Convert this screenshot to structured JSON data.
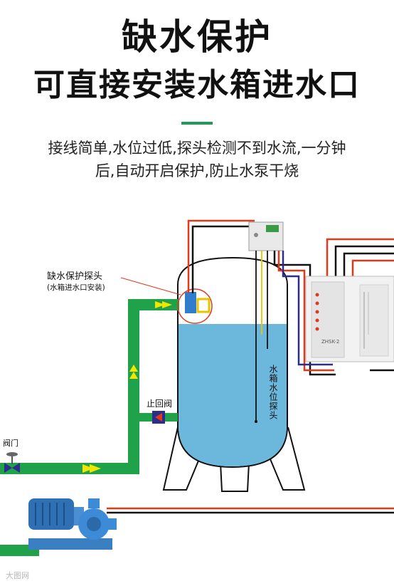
{
  "header": {
    "title_line1": "缺水保护",
    "title_line2": "可直接安装水箱进水口"
  },
  "description": {
    "line1": "接线简单,水位过低,探头检测不到水流,一分钟",
    "line2": "后,自动开启保护,防止水泵干烧"
  },
  "labels": {
    "probe_title": "缺水保护探头",
    "probe_note": "(水箱进水口安装)",
    "check_valve": "止回阀",
    "valve": "阀门",
    "level_probe": "水箱水位探头",
    "controller_model": "ZHSK-2"
  },
  "watermark": "大图网",
  "colors": {
    "pipe_green": "#1fa24a",
    "arrow_yellow": "#f2e600",
    "water_blue": "#6cb8dc",
    "wire_red": "#e03a1a",
    "wire_blue": "#2b2e8c"
  }
}
